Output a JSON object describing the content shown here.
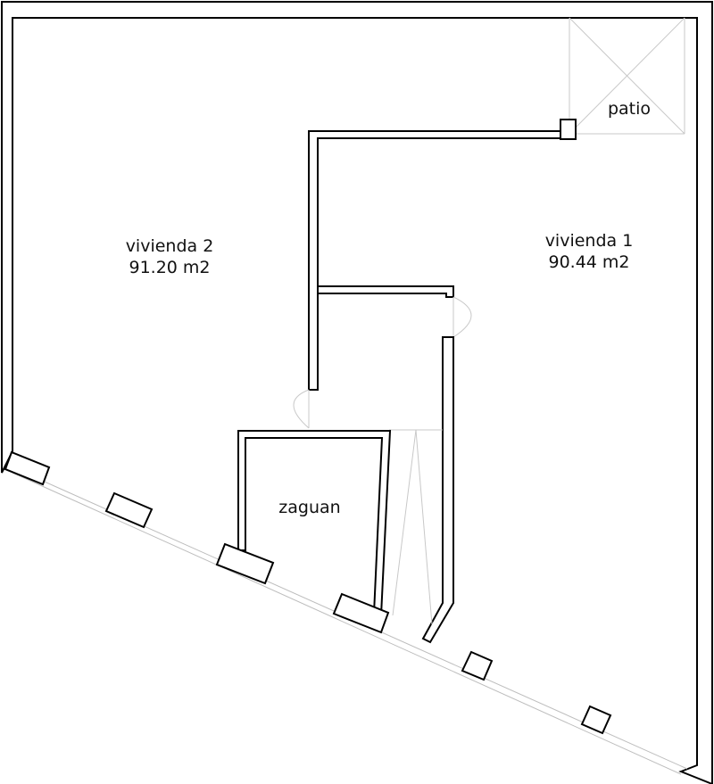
{
  "rooms": {
    "patio": {
      "name": "patio"
    },
    "vivienda1": {
      "name": "vivienda 1",
      "area": "90.44 m2"
    },
    "vivienda2": {
      "name": "vivienda 2",
      "area": "91.20 m2"
    },
    "zaguan": {
      "name": "zaguan"
    }
  },
  "colors": {
    "wall": "#000000",
    "light_line": "#c8c8c8",
    "background": "#ffffff"
  }
}
